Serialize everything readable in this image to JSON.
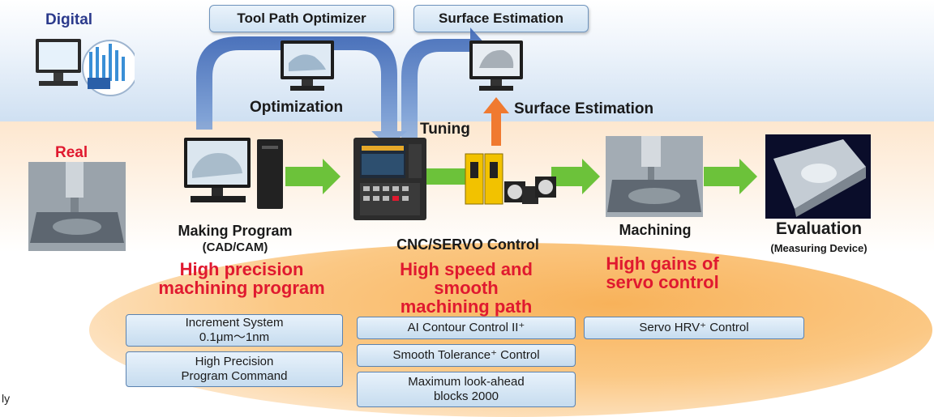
{
  "labels": {
    "digital": "Digital",
    "real": "Real",
    "tool_path_optimizer": "Tool Path Optimizer",
    "surface_estimation_top": "Surface Estimation",
    "optimization": "Optimization",
    "tuning": "Tuning",
    "surface_estimation": "Surface Estimation",
    "footnote": "ly"
  },
  "stages": {
    "making_program": "Making Program",
    "making_program_sub": "(CAD/CAM)",
    "cnc_servo": "CNC/SERVO Control",
    "machining": "Machining",
    "evaluation": "Evaluation",
    "evaluation_sub": "(Measuring Device)"
  },
  "highlights": {
    "program": "High precision\nmachining program",
    "path": "High speed and\nsmooth\nmachining path",
    "servo": "High gains of\nservo control"
  },
  "features": {
    "increment_system": "Increment System\n0.1μm～1nm",
    "high_precision_command": "High Precision\nProgram Command",
    "ai_contour": "AI Contour Control II⁺",
    "smooth_tolerance": "Smooth Tolerance⁺ Control",
    "look_ahead": "Maximum look-ahead\nblocks 2000",
    "servo_hrv": "Servo HRV⁺ Control"
  },
  "colors": {
    "digital_label": "#2b3a8c",
    "real_label": "#e0192f",
    "highlight": "#e0192f",
    "green_arrow": "#6cc23a",
    "blue_arrow": "#4a78c0",
    "orange_arrow": "#f07a30"
  }
}
